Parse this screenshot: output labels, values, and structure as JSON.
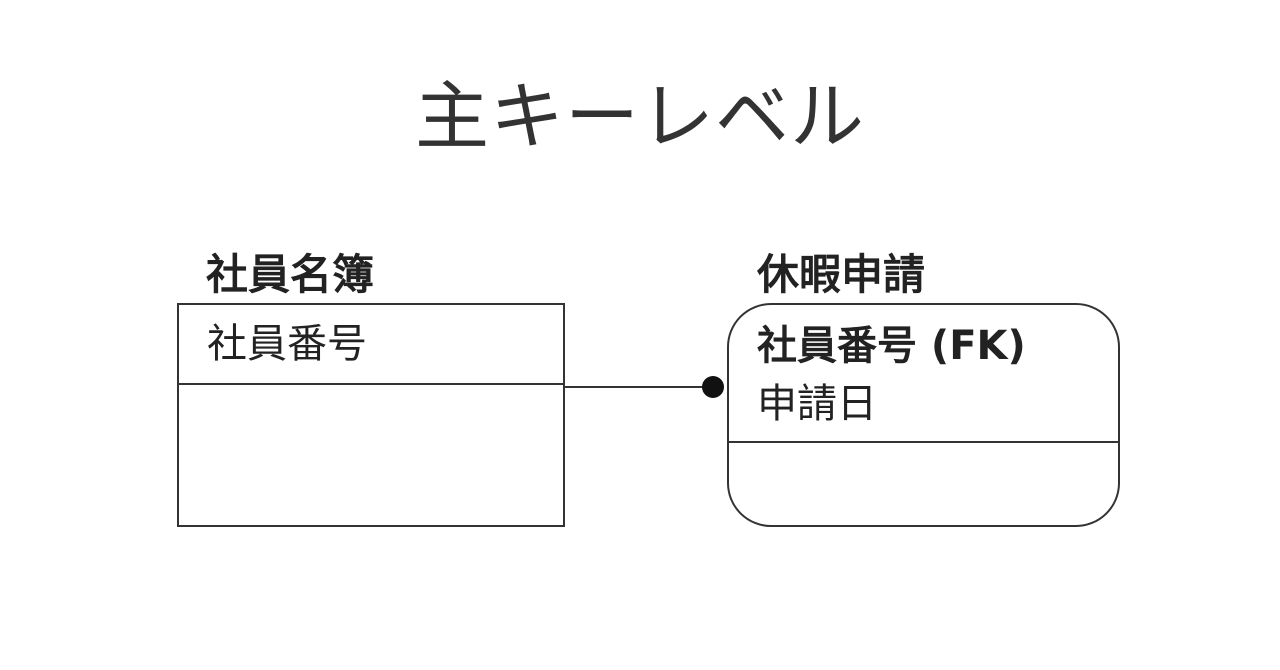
{
  "diagram": {
    "title": "主キーレベル",
    "entities": [
      {
        "name": "社員名簿",
        "key_attributes": [
          "社員番号"
        ],
        "attributes": []
      },
      {
        "name": "休暇申請",
        "key_attributes": [
          "社員番号 (FK)",
          "申請日"
        ],
        "attributes": []
      }
    ],
    "colors": {
      "line": "#333333",
      "title": "#333333",
      "text": "#222222"
    }
  }
}
